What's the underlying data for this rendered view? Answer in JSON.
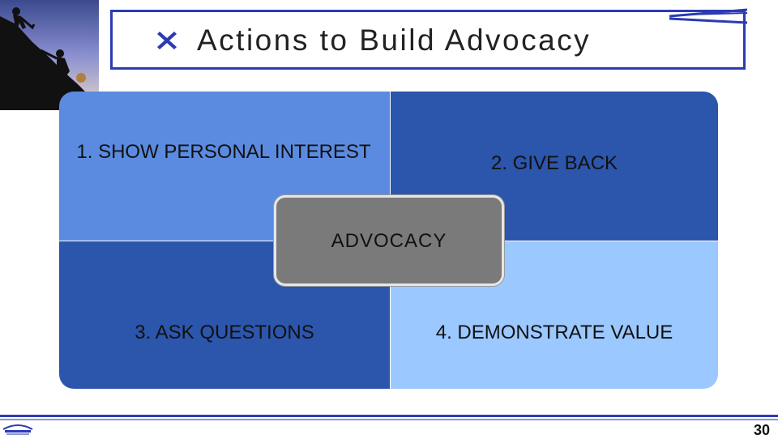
{
  "slide": {
    "title": "Actions to Build Advocacy",
    "center": "ADVOCACY",
    "quadrants": [
      {
        "label": "1. SHOW PERSONAL INTEREST"
      },
      {
        "label": "2. GIVE BACK"
      },
      {
        "label": "3. ASK QUESTIONS"
      },
      {
        "label": "4. DEMONSTRATE VALUE"
      }
    ],
    "page_number": "30"
  },
  "colors": {
    "title_border": "#2b3bb3",
    "title_icon": "#2b3bb3",
    "quad1": "#5b8be0",
    "quad2": "#2c55ac",
    "quad3": "#2c55ac",
    "quad4": "#9bc8ff",
    "center": "#7a7a7a"
  },
  "icons": {
    "title_bullet": "x-mark-icon",
    "corner_image": "climbers-silhouette",
    "footer": "company-logo-icon"
  }
}
